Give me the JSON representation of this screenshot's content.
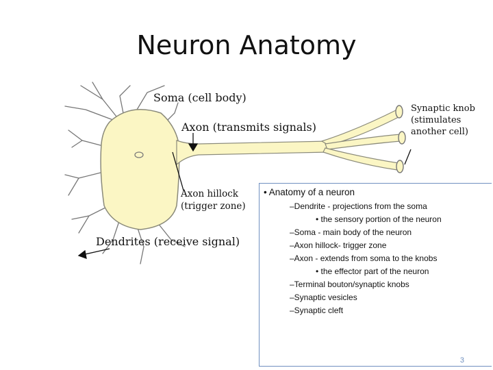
{
  "title": "Neuron Anatomy",
  "labels": {
    "soma": "Soma (cell body)",
    "axon": "Axon (transmits signals)",
    "hillock_line1": "Axon hillock",
    "hillock_line2": "(trigger zone)",
    "dendrites": "Dendrites (receive signal)",
    "knob_line1": "Synaptic knob",
    "knob_line2": "(stimulates",
    "knob_line3": "another cell)"
  },
  "notes": {
    "heading": "• Anatomy of a neuron",
    "items": [
      "–Dendrite - projections from the soma",
      "• the sensory portion of the neuron",
      "–Soma - main body of the neuron",
      "–Axon hillock- trigger zone",
      "–Axon - extends from soma to the knobs",
      "• the effector part of the neuron",
      "–Terminal bouton/synaptic knobs",
      "–Synaptic vesicles",
      "–Synaptic cleft"
    ]
  },
  "page_number": "3",
  "colors": {
    "cell_fill": "#fbf6c4",
    "cell_outline": "#8a8a7a",
    "box_border": "#6f8fc0"
  }
}
